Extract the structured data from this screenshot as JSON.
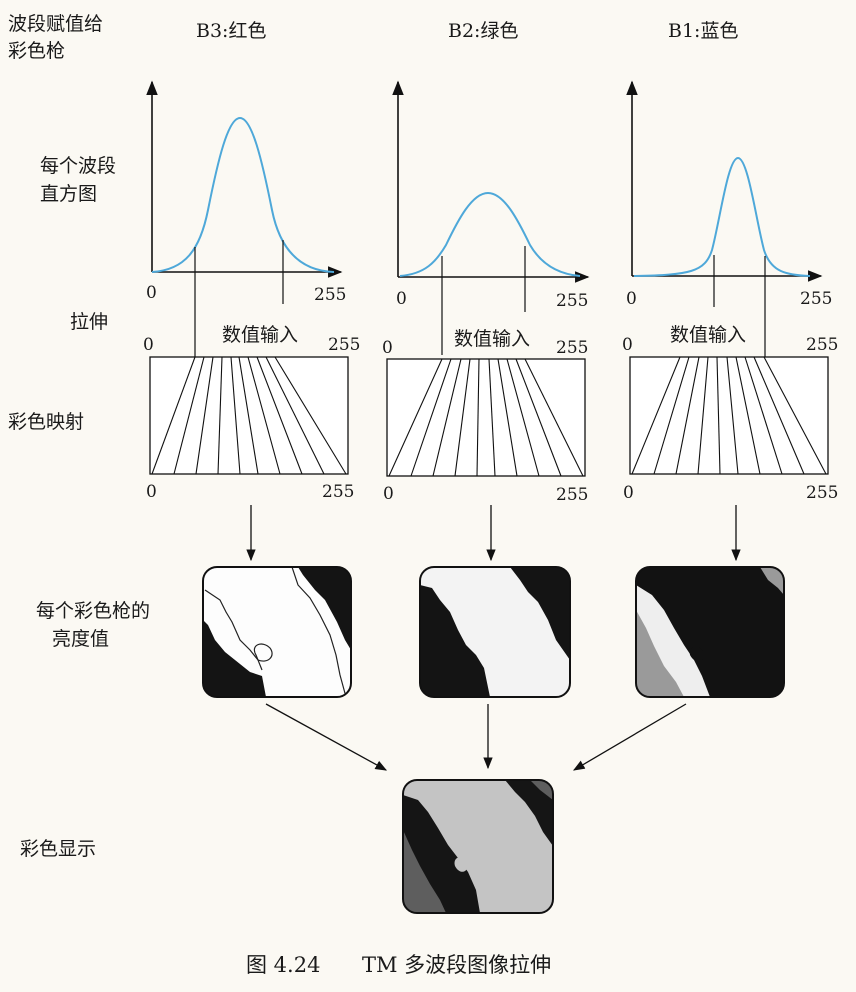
{
  "labels": {
    "row_band_assign": [
      "波段赋值给",
      "彩色枪"
    ],
    "row_histogram": [
      "每个波段",
      "直方图"
    ],
    "row_stretch": "拉伸",
    "row_color_map": "彩色映射",
    "row_brightness": [
      "每个彩色枪的",
      "亮度值"
    ],
    "row_display": "彩色显示"
  },
  "bands": [
    {
      "label": "B3:红色",
      "gun": "red"
    },
    {
      "label": "B2:绿色",
      "gun": "green"
    },
    {
      "label": "B1:蓝色",
      "gun": "blue"
    }
  ],
  "axis": {
    "min": "0",
    "max": "255"
  },
  "data_input_label": "数值输入",
  "caption": {
    "figure_no": "图 4.24",
    "title": "TM 多波段图像拉伸"
  },
  "colors": {
    "histogram_curve": "#4ea8d9",
    "line": "#111111"
  }
}
